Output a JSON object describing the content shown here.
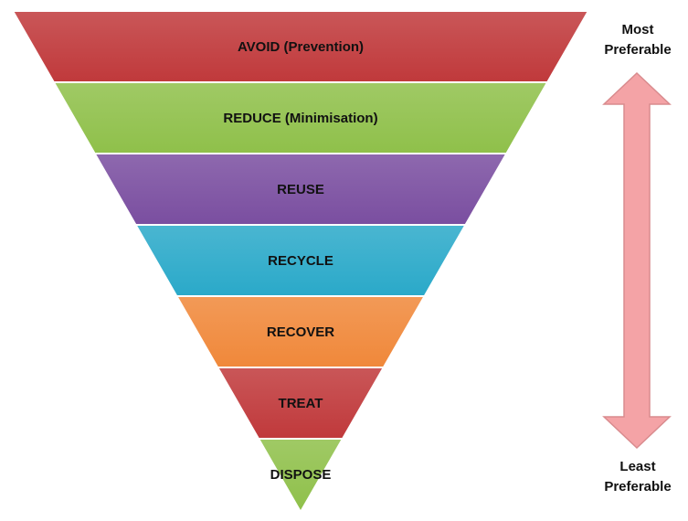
{
  "hierarchy": {
    "levels": [
      {
        "label": "AVOID (Prevention)",
        "color": "#c0393b"
      },
      {
        "label": "REDUCE  (Minimisation)",
        "color": "#8fc04a"
      },
      {
        "label": "REUSE",
        "color": "#7a4ea0"
      },
      {
        "label": "RECYCLE",
        "color": "#2aa9c9"
      },
      {
        "label": "RECOVER",
        "color": "#f0883a"
      },
      {
        "label": "TREAT",
        "color": "#c0393b"
      },
      {
        "label": "DISPOSE",
        "color": "#8fc04a"
      }
    ]
  },
  "scale": {
    "top_label_line1": "Most",
    "top_label_line2": "Preferable",
    "bottom_label_line1": "Least",
    "bottom_label_line2": "Preferable",
    "arrow_color": "#f4a3a6",
    "arrow_stroke": "#d98b8e"
  }
}
